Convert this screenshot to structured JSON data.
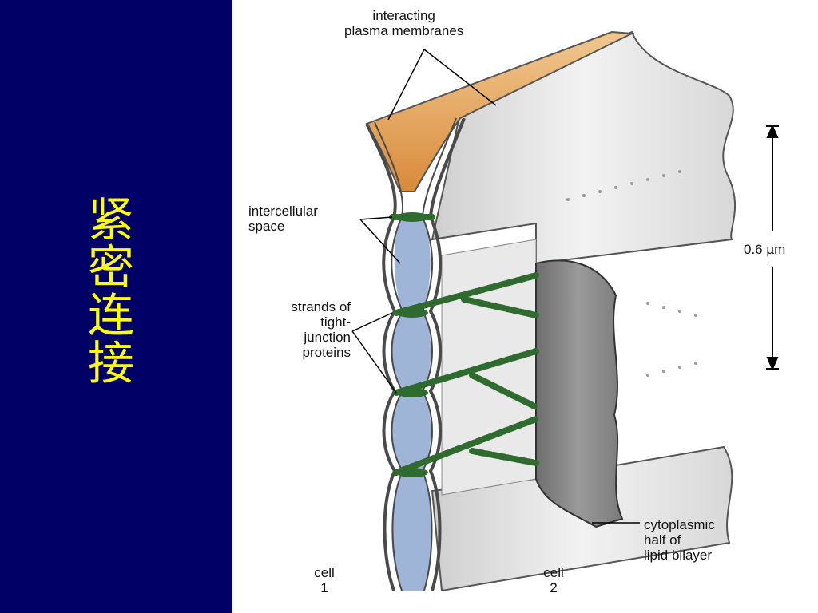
{
  "slide": {
    "title": "紧密连接",
    "title_color": "#FFFF00",
    "background_color": "#000066"
  },
  "figure": {
    "labels": {
      "interacting_membranes": [
        "interacting",
        "plasma membranes"
      ],
      "intercellular_space": [
        "intercellular",
        "space"
      ],
      "strands": [
        "strands of",
        "tight-",
        "junction",
        "proteins"
      ],
      "scale": "0.6 µm",
      "cytoplasmic": [
        "cytoplasmic",
        "half of",
        "lipid bilayer"
      ],
      "cell1": [
        "cell",
        "1"
      ],
      "cell2": [
        "cell",
        "2"
      ]
    },
    "colors": {
      "membrane": "#4a4a4a",
      "cell_surface": "#e6e6e6",
      "top_cut": "#e8a050",
      "intercellular_fluid": "#9fb5d8",
      "strand": "#2f6b2f",
      "cytoplasmic_leaf": "#8a8a8a"
    }
  }
}
